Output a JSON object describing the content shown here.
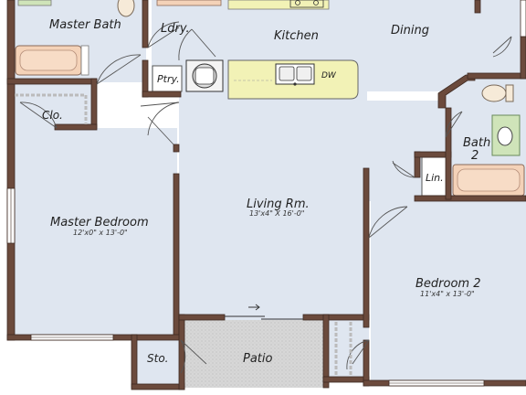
{
  "rooms": {
    "master_bath": "Master Bath",
    "laundry": "Ldry.",
    "kitchen": "Kitchen",
    "dining": "Dining",
    "pantry": "Ptry.",
    "closet": "Clo.",
    "bath2_line1": "Bath",
    "bath2_line2": "2",
    "linen": "Lin.",
    "living": "Living Rm.",
    "master_bedroom": "Master Bedroom",
    "bedroom2": "Bedroom 2",
    "storage": "Sto.",
    "patio": "Patio"
  },
  "dimensions": {
    "living": "13'x4\" X 16'-0\"",
    "master_bedroom": "12'x0\" x 13'-0\"",
    "bedroom2": "11'x4\" x 13'-0\""
  },
  "fixtures": {
    "dishwasher": "DW"
  },
  "colors": {
    "floor": "#dfe6f0",
    "wall": "#6b4a3c",
    "wall_edge": "#3e2a22",
    "counter": "#f2f2b6",
    "tub": "#f4d2b8",
    "vanity": "#cfe4b9",
    "patio": "#d5d5d5"
  }
}
